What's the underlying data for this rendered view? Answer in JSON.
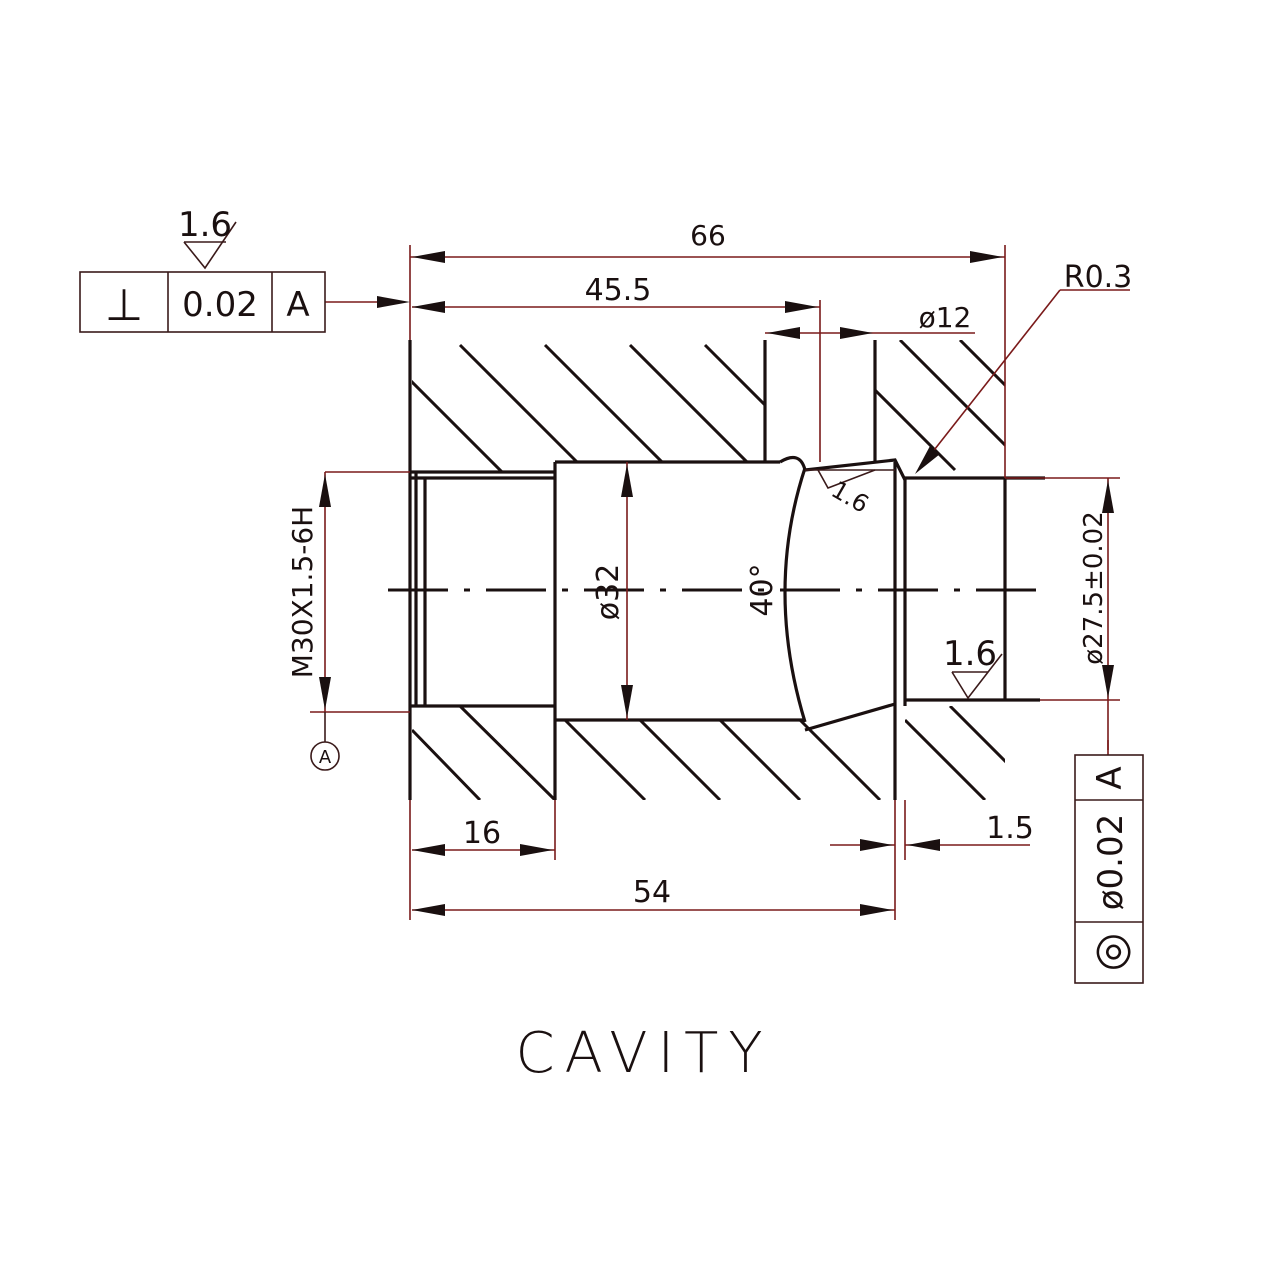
{
  "title": "CAVITY",
  "dimensions": {
    "overall_length": "66",
    "length_45_5": "45.5",
    "dia_12": "ø12",
    "radius": "R0.3",
    "thread": "M30X1.5-6H",
    "dia_32": "ø32",
    "angle": "40°",
    "dia_27_5": "ø27.5±0.02",
    "len_16": "16",
    "len_54": "54",
    "len_1_5": "1.5"
  },
  "surface_finish": {
    "top_left": "1.6",
    "cone": "1.6",
    "bore": "1.6"
  },
  "datum": {
    "label": "A"
  },
  "fcf_perpendicularity": {
    "symbol": "⊥",
    "tolerance": "0.02",
    "datum": "A"
  },
  "fcf_concentricity": {
    "symbol": "◎",
    "tolerance": "ø0.02",
    "datum": "A"
  },
  "colors": {
    "line": "#1a1010",
    "dimension": "#7a1a1a"
  }
}
